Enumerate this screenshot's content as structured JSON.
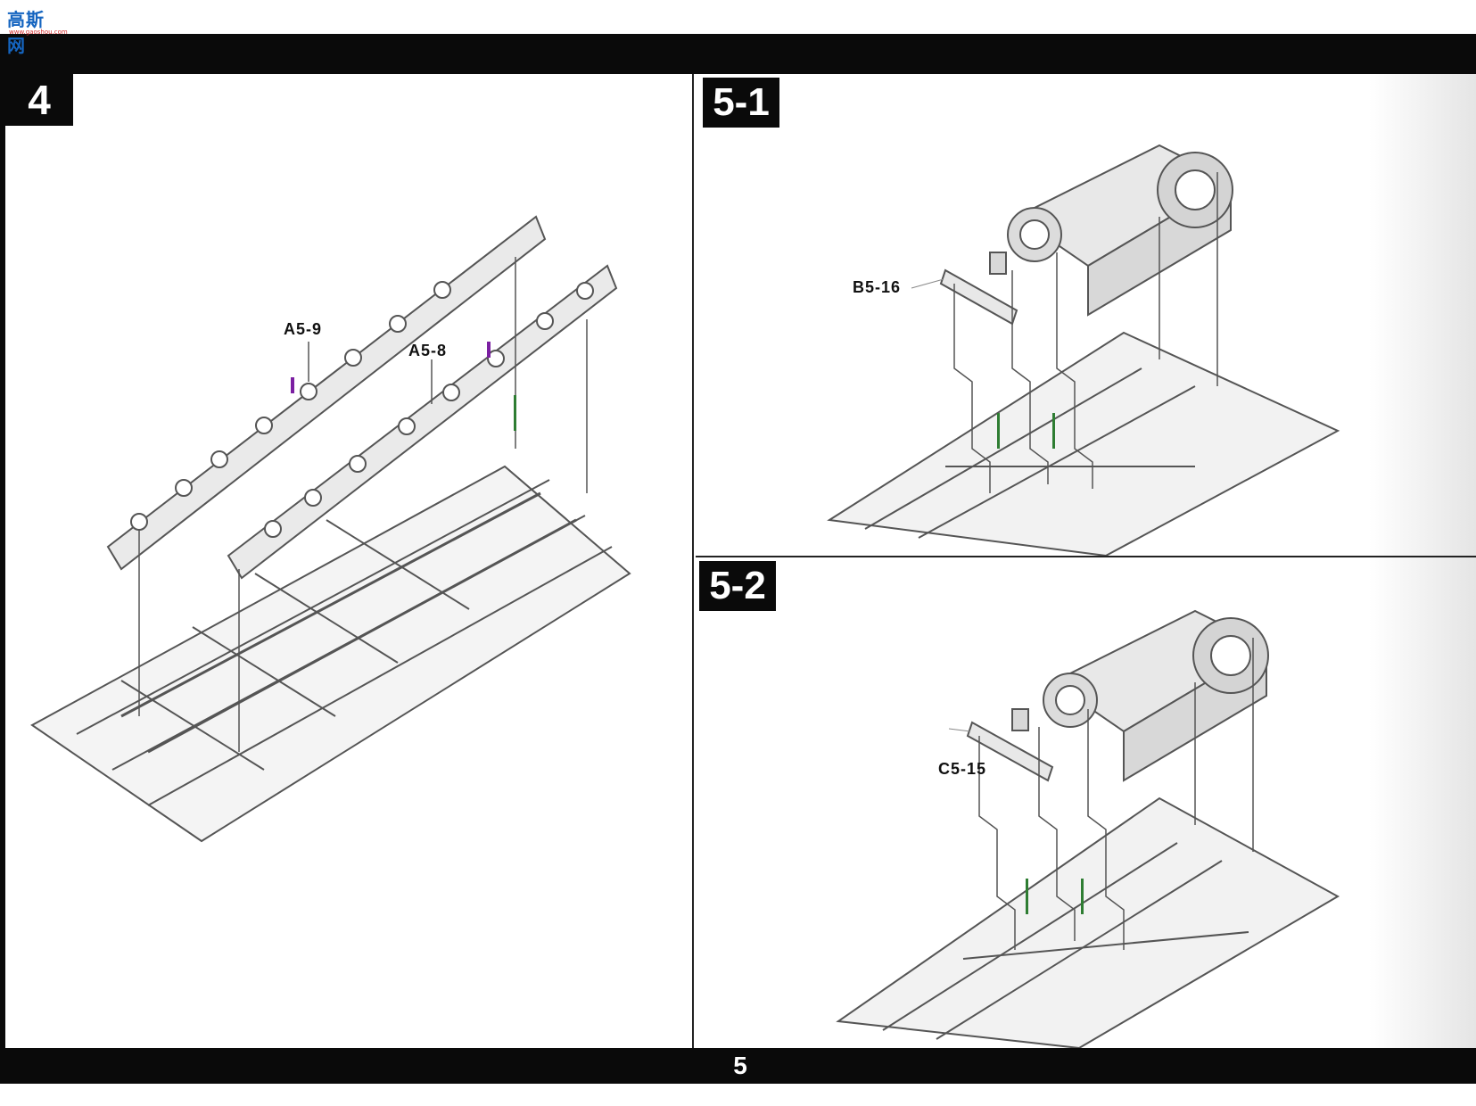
{
  "logo": {
    "text": "高斯网",
    "sub": "www.gaoshou.com"
  },
  "steps": [
    {
      "id": "4",
      "label": "4",
      "parts": [
        "A5-9",
        "A5-8"
      ]
    },
    {
      "id": "5-1",
      "label": "5-1",
      "parts": [
        "B5-16"
      ]
    },
    {
      "id": "5-2",
      "label": "5-2",
      "parts": [
        "C5-15"
      ]
    }
  ],
  "page_number": "5",
  "colors": {
    "band": "#0a0a0a",
    "line": "#555555",
    "accent_green": "#2e7d32",
    "accent_purple": "#7b1fa2"
  }
}
